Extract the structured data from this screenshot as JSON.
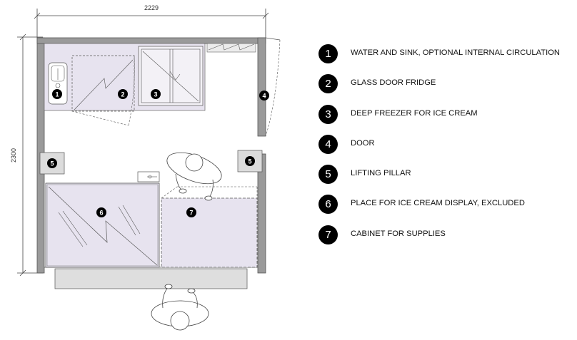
{
  "dimensions": {
    "width_label": "2229",
    "height_label": "2300"
  },
  "markers": [
    {
      "num": "1"
    },
    {
      "num": "2"
    },
    {
      "num": "3"
    },
    {
      "num": "4"
    },
    {
      "num": "5"
    },
    {
      "num": "5"
    },
    {
      "num": "6"
    },
    {
      "num": "7"
    }
  ],
  "legend": [
    {
      "num": "1",
      "label": "WATER AND SINK, OPTIONAL INTERNAL CIRCULATION"
    },
    {
      "num": "2",
      "label": "GLASS DOOR FRIDGE"
    },
    {
      "num": "3",
      "label": "DEEP FREEZER FOR ICE CREAM"
    },
    {
      "num": "4",
      "label": "DOOR"
    },
    {
      "num": "5",
      "label": "LIFTING PILLAR"
    },
    {
      "num": "6",
      "label": "PLACE FOR ICE CREAM DISPLAY, EXCLUDED"
    },
    {
      "num": "7",
      "label": "CABINET FOR SUPPLIES"
    }
  ],
  "colors": {
    "wall": "#9a9a9a",
    "counter": "#e7e3ef",
    "pillar": "#dcdcdc",
    "line": "#555555"
  }
}
